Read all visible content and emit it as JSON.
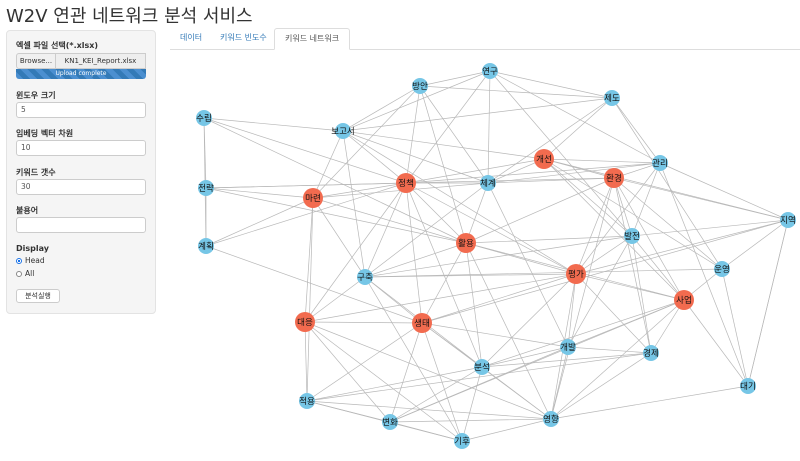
{
  "app": {
    "title": "W2V 연관 네트워크 분석 서비스"
  },
  "sidebar": {
    "file_label": "엑셀 파일 선택(*.xlsx)",
    "browse_label": "Browse...",
    "file_name": "KN1_KEI_Report.xlsx",
    "upload_status": "Upload complete",
    "upload_progress": 1.0,
    "window_label": "윈도우 크기",
    "window_value": "5",
    "embed_label": "임베딩 벡터 차원",
    "embed_value": "10",
    "keyword_count_label": "키워드 갯수",
    "keyword_count_value": "30",
    "stopword_label": "불용어",
    "stopword_value": "",
    "display_label": "Display",
    "display_options": [
      "Head",
      "All"
    ],
    "display_selected": "Head",
    "run_label": "분석실행"
  },
  "tabs": [
    {
      "label": "데이터",
      "active": false
    },
    {
      "label": "키워드 빈도수",
      "active": false
    },
    {
      "label": "키워드 네트워크",
      "active": true
    }
  ],
  "network": {
    "colors": {
      "highlight": "#f26b4f",
      "normal": "#76c6e6"
    },
    "nodes": [
      {
        "id": "연구",
        "label": "연구",
        "type": "normal"
      },
      {
        "id": "방안",
        "label": "방안",
        "type": "normal"
      },
      {
        "id": "제도",
        "label": "제도",
        "type": "normal"
      },
      {
        "id": "수립",
        "label": "수립",
        "type": "normal"
      },
      {
        "id": "보고서",
        "label": "보고서",
        "type": "normal"
      },
      {
        "id": "개선",
        "label": "개선",
        "type": "highlight"
      },
      {
        "id": "관리",
        "label": "관리",
        "type": "normal"
      },
      {
        "id": "정책",
        "label": "정책",
        "type": "highlight"
      },
      {
        "id": "체계",
        "label": "체계",
        "type": "normal"
      },
      {
        "id": "환경",
        "label": "환경",
        "type": "highlight"
      },
      {
        "id": "전략",
        "label": "전략",
        "type": "normal"
      },
      {
        "id": "마련",
        "label": "마련",
        "type": "highlight"
      },
      {
        "id": "지역",
        "label": "지역",
        "type": "normal"
      },
      {
        "id": "발전",
        "label": "발전",
        "type": "normal"
      },
      {
        "id": "활용",
        "label": "활용",
        "type": "highlight"
      },
      {
        "id": "계획",
        "label": "계획",
        "type": "normal"
      },
      {
        "id": "운영",
        "label": "운영",
        "type": "normal"
      },
      {
        "id": "구축",
        "label": "구축",
        "type": "normal"
      },
      {
        "id": "평가",
        "label": "평가",
        "type": "highlight"
      },
      {
        "id": "사업",
        "label": "사업",
        "type": "highlight"
      },
      {
        "id": "대응",
        "label": "대응",
        "type": "highlight"
      },
      {
        "id": "생태",
        "label": "생태",
        "type": "highlight"
      },
      {
        "id": "개발",
        "label": "개발",
        "type": "normal"
      },
      {
        "id": "경제",
        "label": "경제",
        "type": "normal"
      },
      {
        "id": "분석",
        "label": "분석",
        "type": "normal"
      },
      {
        "id": "대기",
        "label": "대기",
        "type": "normal"
      },
      {
        "id": "적용",
        "label": "적용",
        "type": "normal"
      },
      {
        "id": "영향",
        "label": "영향",
        "type": "normal"
      },
      {
        "id": "변화",
        "label": "변화",
        "type": "normal"
      },
      {
        "id": "기후",
        "label": "기후",
        "type": "normal"
      }
    ],
    "edges": [
      [
        "연구",
        "방안"
      ],
      [
        "연구",
        "체계"
      ],
      [
        "연구",
        "제도"
      ],
      [
        "연구",
        "보고서"
      ],
      [
        "연구",
        "관리"
      ],
      [
        "연구",
        "발전"
      ],
      [
        "연구",
        "정책"
      ],
      [
        "방안",
        "보고서"
      ],
      [
        "방안",
        "정책"
      ],
      [
        "방안",
        "체계"
      ],
      [
        "방안",
        "마련"
      ],
      [
        "방안",
        "제도"
      ],
      [
        "방안",
        "활용"
      ],
      [
        "제도",
        "보고서"
      ],
      [
        "제도",
        "개선"
      ],
      [
        "제도",
        "관리"
      ],
      [
        "제도",
        "체계"
      ],
      [
        "제도",
        "운영"
      ],
      [
        "수립",
        "보고서"
      ],
      [
        "수립",
        "전략"
      ],
      [
        "수립",
        "계획"
      ],
      [
        "수립",
        "정책"
      ],
      [
        "수립",
        "활용"
      ],
      [
        "보고서",
        "정책"
      ],
      [
        "보고서",
        "마련"
      ],
      [
        "보고서",
        "체계"
      ],
      [
        "보고서",
        "구축"
      ],
      [
        "보고서",
        "평가"
      ],
      [
        "보고서",
        "개선"
      ],
      [
        "개선",
        "관리"
      ],
      [
        "개선",
        "체계"
      ],
      [
        "개선",
        "정책"
      ],
      [
        "개선",
        "환경"
      ],
      [
        "개선",
        "발전"
      ],
      [
        "개선",
        "사업"
      ],
      [
        "개선",
        "지역"
      ],
      [
        "개선",
        "운영"
      ],
      [
        "관리",
        "환경"
      ],
      [
        "관리",
        "체계"
      ],
      [
        "관리",
        "지역"
      ],
      [
        "관리",
        "발전"
      ],
      [
        "관리",
        "평가"
      ],
      [
        "관리",
        "대기"
      ],
      [
        "관리",
        "정책"
      ],
      [
        "정책",
        "체계"
      ],
      [
        "정책",
        "환경"
      ],
      [
        "정책",
        "전략"
      ],
      [
        "정책",
        "마련"
      ],
      [
        "정책",
        "활용"
      ],
      [
        "정책",
        "평가"
      ],
      [
        "정책",
        "구축"
      ],
      [
        "정책",
        "대응"
      ],
      [
        "정책",
        "생태"
      ],
      [
        "정책",
        "계획"
      ],
      [
        "정책",
        "분석"
      ],
      [
        "체계",
        "환경"
      ],
      [
        "체계",
        "구축"
      ],
      [
        "체계",
        "활용"
      ],
      [
        "체계",
        "마련"
      ],
      [
        "체계",
        "개발"
      ],
      [
        "환경",
        "발전"
      ],
      [
        "환경",
        "평가"
      ],
      [
        "환경",
        "사업"
      ],
      [
        "환경",
        "운영"
      ],
      [
        "환경",
        "경제"
      ],
      [
        "환경",
        "영향"
      ],
      [
        "환경",
        "활용"
      ],
      [
        "환경",
        "지역"
      ],
      [
        "전략",
        "마련"
      ],
      [
        "전략",
        "계획"
      ],
      [
        "전략",
        "활용"
      ],
      [
        "전략",
        "정책"
      ],
      [
        "마련",
        "계획"
      ],
      [
        "마련",
        "대응"
      ],
      [
        "마련",
        "활용"
      ],
      [
        "마련",
        "구축"
      ],
      [
        "마련",
        "적용"
      ],
      [
        "지역",
        "발전"
      ],
      [
        "지역",
        "운영"
      ],
      [
        "지역",
        "대기"
      ],
      [
        "지역",
        "생태"
      ],
      [
        "지역",
        "평가"
      ],
      [
        "발전",
        "활용"
      ],
      [
        "발전",
        "평가"
      ],
      [
        "발전",
        "사업"
      ],
      [
        "발전",
        "구축"
      ],
      [
        "발전",
        "경제"
      ],
      [
        "발전",
        "개발"
      ],
      [
        "활용",
        "평가"
      ],
      [
        "활용",
        "구축"
      ],
      [
        "활용",
        "분석"
      ],
      [
        "활용",
        "생태"
      ],
      [
        "활용",
        "영향"
      ],
      [
        "활용",
        "사업"
      ],
      [
        "계획",
        "생태"
      ],
      [
        "운영",
        "사업"
      ],
      [
        "운영",
        "대기"
      ],
      [
        "운영",
        "구축"
      ],
      [
        "구축",
        "평가"
      ],
      [
        "구축",
        "생태"
      ],
      [
        "구축",
        "대응"
      ],
      [
        "구축",
        "분석"
      ],
      [
        "구축",
        "기후"
      ],
      [
        "평가",
        "사업"
      ],
      [
        "평가",
        "생태"
      ],
      [
        "평가",
        "개발"
      ],
      [
        "평가",
        "분석"
      ],
      [
        "평가",
        "경제"
      ],
      [
        "평가",
        "영향"
      ],
      [
        "평가",
        "대응"
      ],
      [
        "사업",
        "개발"
      ],
      [
        "사업",
        "경제"
      ],
      [
        "사업",
        "분석"
      ],
      [
        "사업",
        "대기"
      ],
      [
        "사업",
        "영향"
      ],
      [
        "사업",
        "변화"
      ],
      [
        "대응",
        "생태"
      ],
      [
        "대응",
        "적용"
      ],
      [
        "대응",
        "변화"
      ],
      [
        "대응",
        "기후"
      ],
      [
        "대응",
        "영향"
      ],
      [
        "생태",
        "분석"
      ],
      [
        "생태",
        "영향"
      ],
      [
        "생태",
        "적용"
      ],
      [
        "생태",
        "변화"
      ],
      [
        "생태",
        "기후"
      ],
      [
        "생태",
        "개발"
      ],
      [
        "개발",
        "경제"
      ],
      [
        "개발",
        "분석"
      ],
      [
        "개발",
        "영향"
      ],
      [
        "개발",
        "변화"
      ],
      [
        "경제",
        "분석"
      ],
      [
        "경제",
        "영향"
      ],
      [
        "경제",
        "적용"
      ],
      [
        "분석",
        "적용"
      ],
      [
        "분석",
        "영향"
      ],
      [
        "분석",
        "변화"
      ],
      [
        "분석",
        "기후"
      ],
      [
        "대기",
        "영향"
      ],
      [
        "대기",
        "지역"
      ],
      [
        "적용",
        "변화"
      ],
      [
        "적용",
        "기후"
      ],
      [
        "적용",
        "영향"
      ],
      [
        "영향",
        "변화"
      ],
      [
        "영향",
        "기후"
      ],
      [
        "변화",
        "기후"
      ]
    ]
  }
}
